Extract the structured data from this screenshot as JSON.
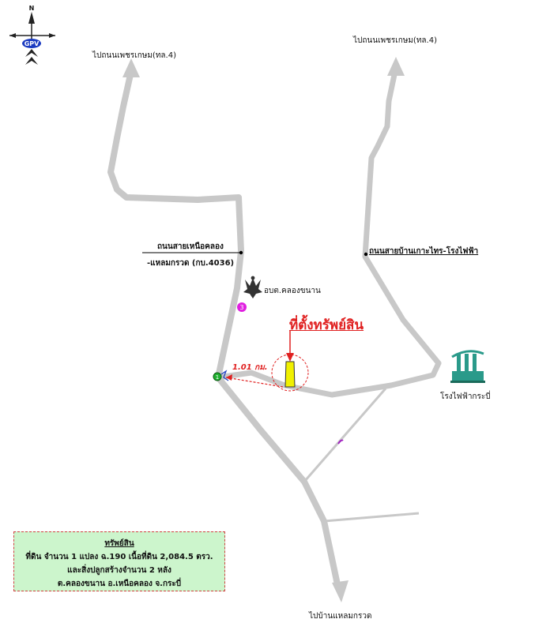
{
  "compass": {
    "north_label": "N",
    "logo_text": "GPV"
  },
  "labels": {
    "to_phetkasem_left": "ไปถนนเพชรเกษม(ทล.4)",
    "to_phetkasem_right": "ไปถนนเพชรเกษม(ทล.4)",
    "road_nuea_khlong_line1": "ถนนสายเหนือคลอง",
    "road_nuea_khlong_line2": "-แหลมกรวด (กบ.4036)",
    "road_ban_ko_sai": "ถนนสายบ้านเกาะไทร-โรงไฟฟ้า",
    "tambon_office": "อบต.คลองขนาน",
    "property_location": "ที่ตั้งทรัพย์สิน",
    "distance": "1.01 กม.",
    "power_plant": "โรงไฟฟ้ากระบี่",
    "to_laem_kruat": "ไปบ้านแหลมกรวด"
  },
  "markers": {
    "marker_1": "1",
    "marker_3": "3"
  },
  "info_box": {
    "title": "ทรัพย์สิน",
    "line1": "ที่ดิน จำนวน 1 แปลง ฉ.190 เนื้อที่ดิน 2,084.5 ตรว.",
    "line2": "และสิ่งปลูกสร้างจำนวน 2 หลัง",
    "line3": "ต.คลองขนาน อ.เหนือคลอง จ.กระบี่"
  },
  "colors": {
    "road": "#c8c8c8",
    "property_highlight": "#e02020",
    "property_marker": "#f0f000",
    "info_box_bg": "#ccf5cc",
    "marker_3": "#e020e0",
    "marker_1": "#20b030",
    "power_plant_icon": "#2a9a8a"
  }
}
